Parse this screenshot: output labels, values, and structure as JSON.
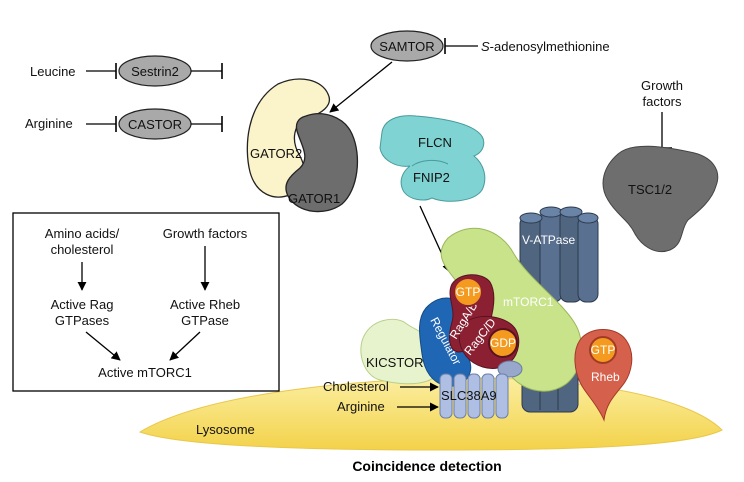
{
  "nutrients": {
    "leucine": "Leucine",
    "sestrin2": "Sestrin2",
    "arginine": "Arginine",
    "castor": "CASTOR",
    "samtor": "SAMTOR",
    "sam_prefix": "S",
    "sam_suffix": "-adenosylmethionine"
  },
  "gator": {
    "gator2": "GATOR2",
    "gator1": "GATOR1"
  },
  "flcn": {
    "flcn": "FLCN",
    "fnip2": "FNIP2"
  },
  "growth": {
    "line1": "Growth",
    "line2": "factors",
    "tsc": "TSC1/2"
  },
  "legend_box": {
    "amino_line1": "Amino acids/",
    "amino_line2": "cholesterol",
    "growth_factors": "Growth factors",
    "active_rag_line1": "Active Rag",
    "active_rag_line2": "GTPases",
    "active_rheb_line1": "Active Rheb",
    "active_rheb_line2": "GTPase",
    "active_mtorc1": "Active mTORC1"
  },
  "complex": {
    "vatpase": "V-ATPase",
    "mtorc1": "mTORC1",
    "gtp": "GTP",
    "gdp": "GDP",
    "ragab": "RagA/B",
    "ragcd": "RagC/D",
    "regulator": "Regulator",
    "kicstor": "KICSTOR",
    "rheb_gtp": "GTP",
    "rheb": "Rheb",
    "slc": "SLC38A9",
    "cholesterol": "Cholesterol",
    "arginine": "Arginine",
    "lysosome": "Lysosome"
  },
  "caption": "Coincidence detection",
  "colors": {
    "grey": "#a9a9a9",
    "gator2": "#fbf3c9",
    "gator1": "#6d6d6d",
    "flcn": "#7fd3d3",
    "tsc": "#6e6e6e",
    "mtorc1": "#c8e38a",
    "vatpase": "#4f6580",
    "rag_dark": "#8b2033",
    "gtp": "#f39a1f",
    "regulator": "#1f67b4",
    "kicstor": "#e7f3cc",
    "rheb": "#d5614c",
    "slc": "#aebfe3",
    "lysosome": "#f8e27a"
  }
}
